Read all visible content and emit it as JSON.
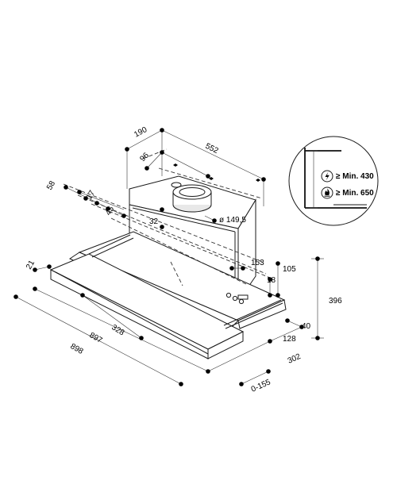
{
  "dimensions": {
    "d190": "190",
    "d552": "552",
    "d96": "96",
    "d58": "58",
    "d17": "17",
    "d45": "45",
    "d32": "32",
    "d149": "ø 149,5",
    "d21": "21",
    "d153": "153",
    "d105": "105",
    "d18": "18",
    "d396": "396",
    "d328": "328",
    "d897": "897",
    "d898": "898",
    "d40": "40",
    "d128": "128",
    "d302": "302",
    "d0155": "0-155"
  },
  "inset": {
    "electric_min": "≥ Min. 430",
    "gas_min": "≥ Min. 650",
    "electric_icon": "lightning-icon",
    "gas_icon": "flame-icon"
  }
}
